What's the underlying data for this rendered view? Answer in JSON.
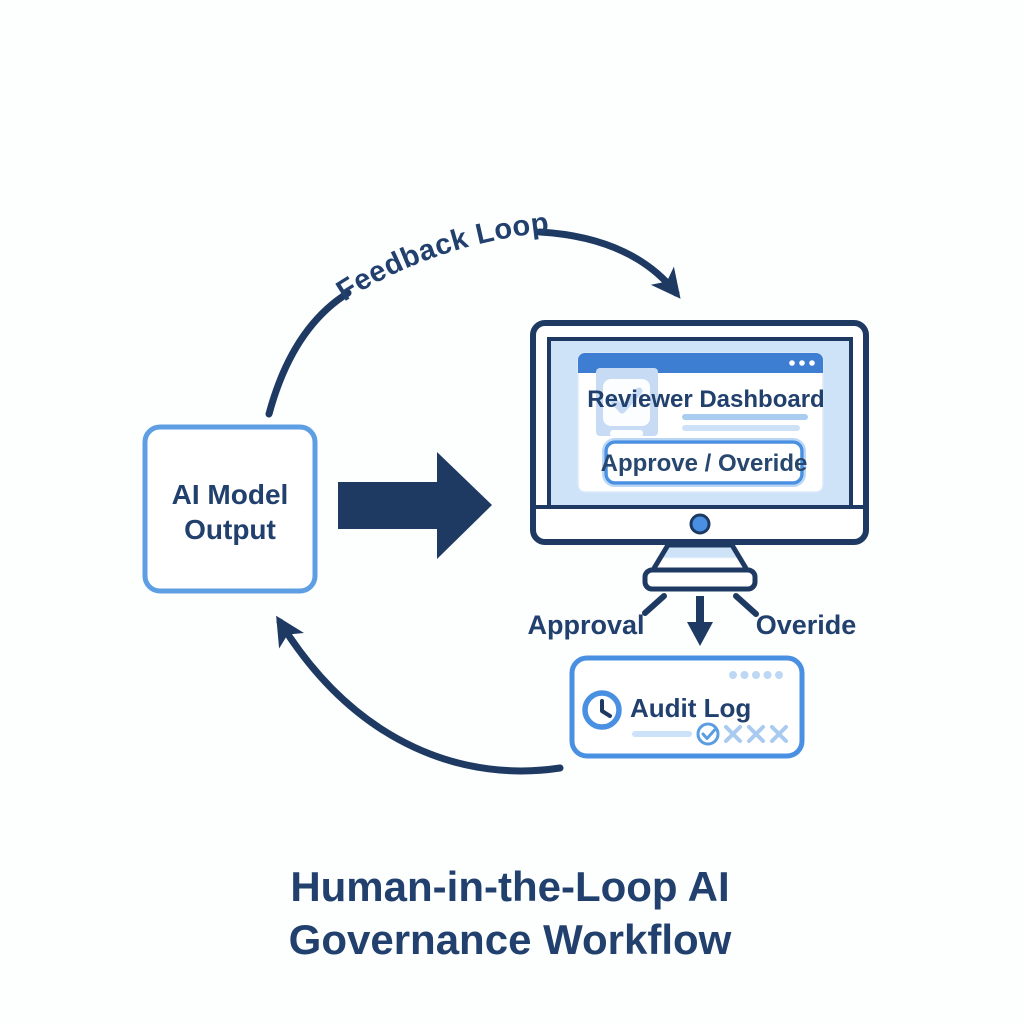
{
  "title": {
    "line1": "Human-in-the-Loop AI",
    "line2": "Governance Workflow"
  },
  "labels": {
    "feedback_loop": "Feedback Loop",
    "approval": "Approval",
    "override": "Overide"
  },
  "nodes": {
    "ai_output": {
      "line1": "AI Model",
      "line2": "Output"
    },
    "monitor": {
      "dashboard_title": "Reviewer Dashboard",
      "button_label": "Approve / Overide"
    },
    "audit_log": {
      "label": "Audit Log"
    }
  },
  "icons": {
    "window_controls": "three-dots",
    "document_check": "checked-document-thumbnail",
    "camera_dot": "webcam-dot",
    "clock": "clock-face",
    "approved_entry": "check-circle",
    "rejected_entry": "x-mark"
  },
  "colors": {
    "navy": "#1e3a63",
    "text_navy": "#21406d",
    "accent_blue": "#4a90e2",
    "box_border_blue": "#5e9fe3",
    "header_blue": "#3d7dd2",
    "screen_blue": "#cfe3f8",
    "pale_blue": "#bcd8f4",
    "faint_blue": "#cbe2f8",
    "background": "#fdfefe"
  }
}
